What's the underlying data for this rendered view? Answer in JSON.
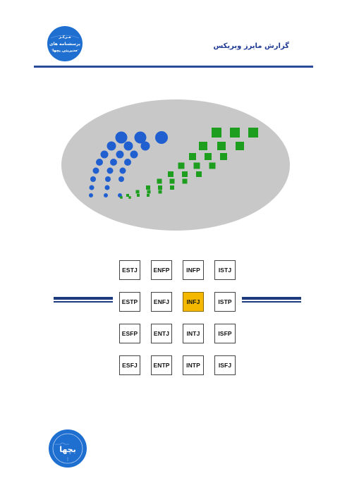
{
  "header": {
    "title": "گزارش مایرز وبریکس",
    "logo_top": {
      "icon": "puzzle-logo-icon",
      "lines": [
        "مـرکـز",
        "پرسشنامه های",
        "مدیریتی بچها"
      ]
    }
  },
  "colors": {
    "rule": "#2a4a9a",
    "title": "#1f3a93",
    "logo_blue": "#1f6fd1",
    "ellipse": "#c8c8c8",
    "dot_blue": "#1f5fd0",
    "square_green": "#1e9e1e",
    "highlight": "#f5b800"
  },
  "mbti_grid": {
    "rows": [
      [
        "ESTJ",
        "ENFP",
        "INFP",
        "ISTJ"
      ],
      [
        "ESTP",
        "ENFJ",
        "INFJ",
        "ISTP"
      ],
      [
        "ESFP",
        "ENTJ",
        "INTJ",
        "ISFP"
      ],
      [
        "ESFJ",
        "ENTP",
        "INTP",
        "ISFJ"
      ]
    ],
    "selected": "INFJ"
  },
  "footer": {
    "logo_bottom": {
      "icon": "bachha-puzzle-logo-icon",
      "text": "بچها"
    }
  }
}
